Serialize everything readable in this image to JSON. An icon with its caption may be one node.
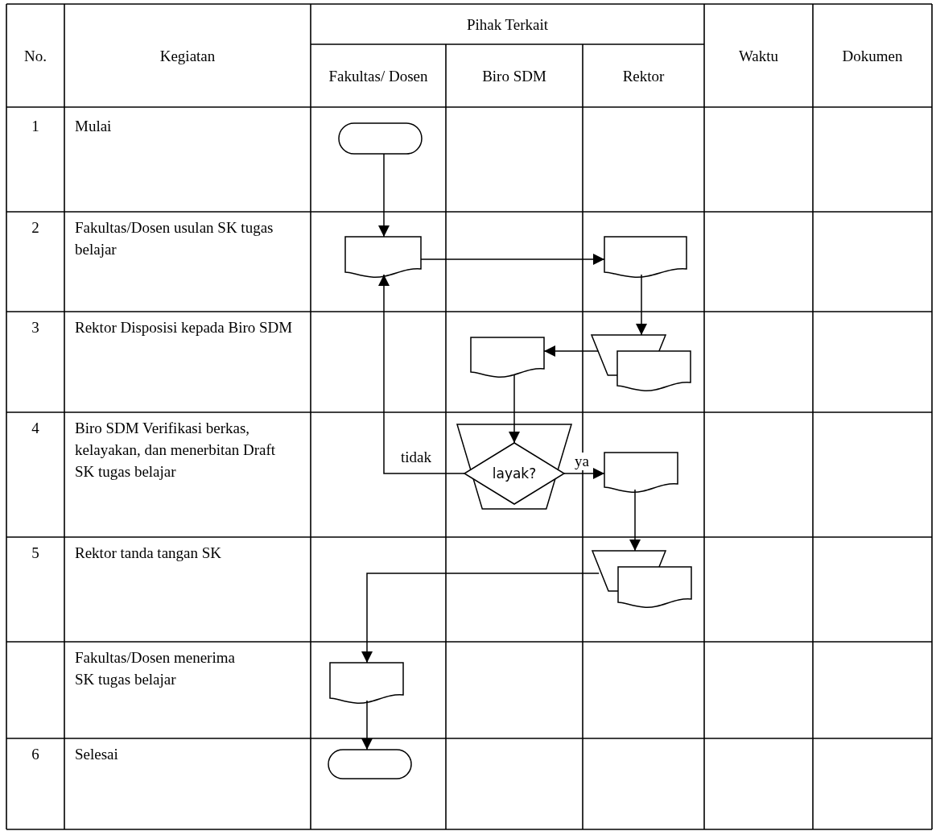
{
  "diagram": {
    "nodes": [
      {
        "text": [],
        "shape": "terminal"
      },
      {
        "text": [],
        "shape": "document"
      },
      {
        "text": [],
        "shape": "document"
      },
      {
        "text": [],
        "shape": "trapezoid"
      },
      {
        "text": [],
        "shape": "document"
      },
      {
        "text": [],
        "shape": "document"
      },
      {
        "text": [],
        "shape": "trapezoid"
      },
      {
        "text": [
          "layak?"
        ],
        "in": 6
      },
      {
        "text": [],
        "shape": "document"
      },
      {
        "text": [],
        "shape": "trapezoid"
      },
      {
        "text": [],
        "shape": "document"
      },
      {
        "text": [],
        "shape": "document"
      },
      {
        "text": [],
        "shape": "terminal"
      }
    ],
    "edges": [
      {
        "from": 0,
        "to": 1,
        "arrow": "to"
      },
      {
        "from": 1,
        "to": 2,
        "arrow": "to"
      },
      {
        "from": 2,
        "to": 3,
        "arrow": "to"
      },
      {
        "from": 3,
        "to": 5,
        "arrow": "to"
      },
      {
        "from": 5,
        "to": 7,
        "arrow": "to"
      },
      {
        "from": 7,
        "to": 1,
        "arrow": "to",
        "label": "tidak"
      },
      {
        "from": 7,
        "to": 8,
        "arrow": "to",
        "label": "ya"
      },
      {
        "from": 8,
        "to": 9,
        "arrow": "to"
      },
      {
        "from": 9,
        "to": 11,
        "arrow": "to"
      },
      {
        "from": 11,
        "to": 12,
        "arrow": "to"
      }
    ],
    "labels": [
      "No.",
      "Kegiatan",
      "Pihak Terkait",
      "Waktu",
      "Dokumen",
      "Fakultas/ Dosen",
      "Biro SDM",
      "Rektor",
      "1",
      "Mulai",
      "2",
      "Fakultas/Dosen usulan SK tugas belajar",
      "3",
      "Rektor Disposisi kepada Biro SDM",
      "4",
      "Biro SDM Verifikasi berkas, kelayakan, dan menerbitan Draft SK tugas belajar",
      "5",
      "Rektor tanda tangan SK",
      "Fakultas/Dosen menerima SK tugas belajar",
      "6",
      "Selesai"
    ]
  }
}
